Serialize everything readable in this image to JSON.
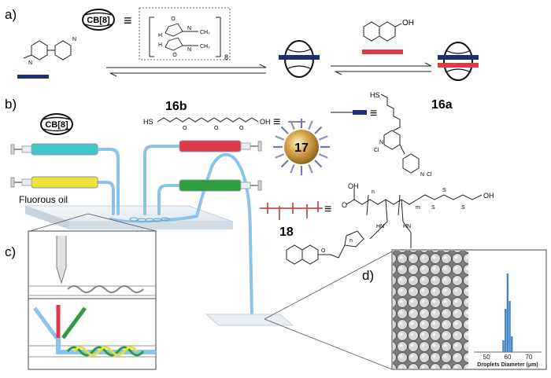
{
  "panels": {
    "a": "a)",
    "b": "b)",
    "c": "c)",
    "d": "d)"
  },
  "labels": {
    "host": "CB[8]",
    "host_b": "CB[8]",
    "equiv": "≡",
    "repeat_n": "8",
    "naphthol_oh": "OH",
    "fluorous_oil": "Fluorous oil",
    "cmpd_16b": "16b",
    "cmpd_16a": "16a",
    "cmpd_17": "17",
    "cmpd_18": "18",
    "chem_16b": "HS⁄⁄⁄O⁄⁄O⁄⁄O⁄⁄OH",
    "chem_16a_sh": "HS",
    "chem_18_cooh": "OH",
    "chem_oh2": "OH",
    "chem_hn": "HN",
    "chem_m": "m",
    "chem_n": "n",
    "chem_o": "O",
    "chem_s": "S",
    "chem_cl": "Cl",
    "chem_n_plus": "N",
    "glycoluril_n": "N",
    "glycoluril_h": "H",
    "glycoluril_o": "O",
    "glycoluril_ch2": "CH₂"
  },
  "colors": {
    "viologen_bar": "#1f2f6e",
    "naphthol_bar": "#e03a4a",
    "tube": "#8cc4e8",
    "syringe_cyan": "#3ec6c9",
    "syringe_red": "#e0394c",
    "syringe_yellow": "#eee23a",
    "syringe_green": "#2f9c3e",
    "gold": "#c8993a",
    "histogram": "#4a86c8"
  },
  "chart_data": {
    "type": "bar",
    "xlabel": "Droplets Diameter (μm)",
    "ylabel": "",
    "xticks": [
      50,
      60,
      70
    ],
    "xlim": [
      44,
      76
    ],
    "categories": [
      58,
      59,
      60,
      61,
      62
    ],
    "values": [
      0.15,
      0.55,
      1.0,
      0.65,
      0.2
    ]
  }
}
